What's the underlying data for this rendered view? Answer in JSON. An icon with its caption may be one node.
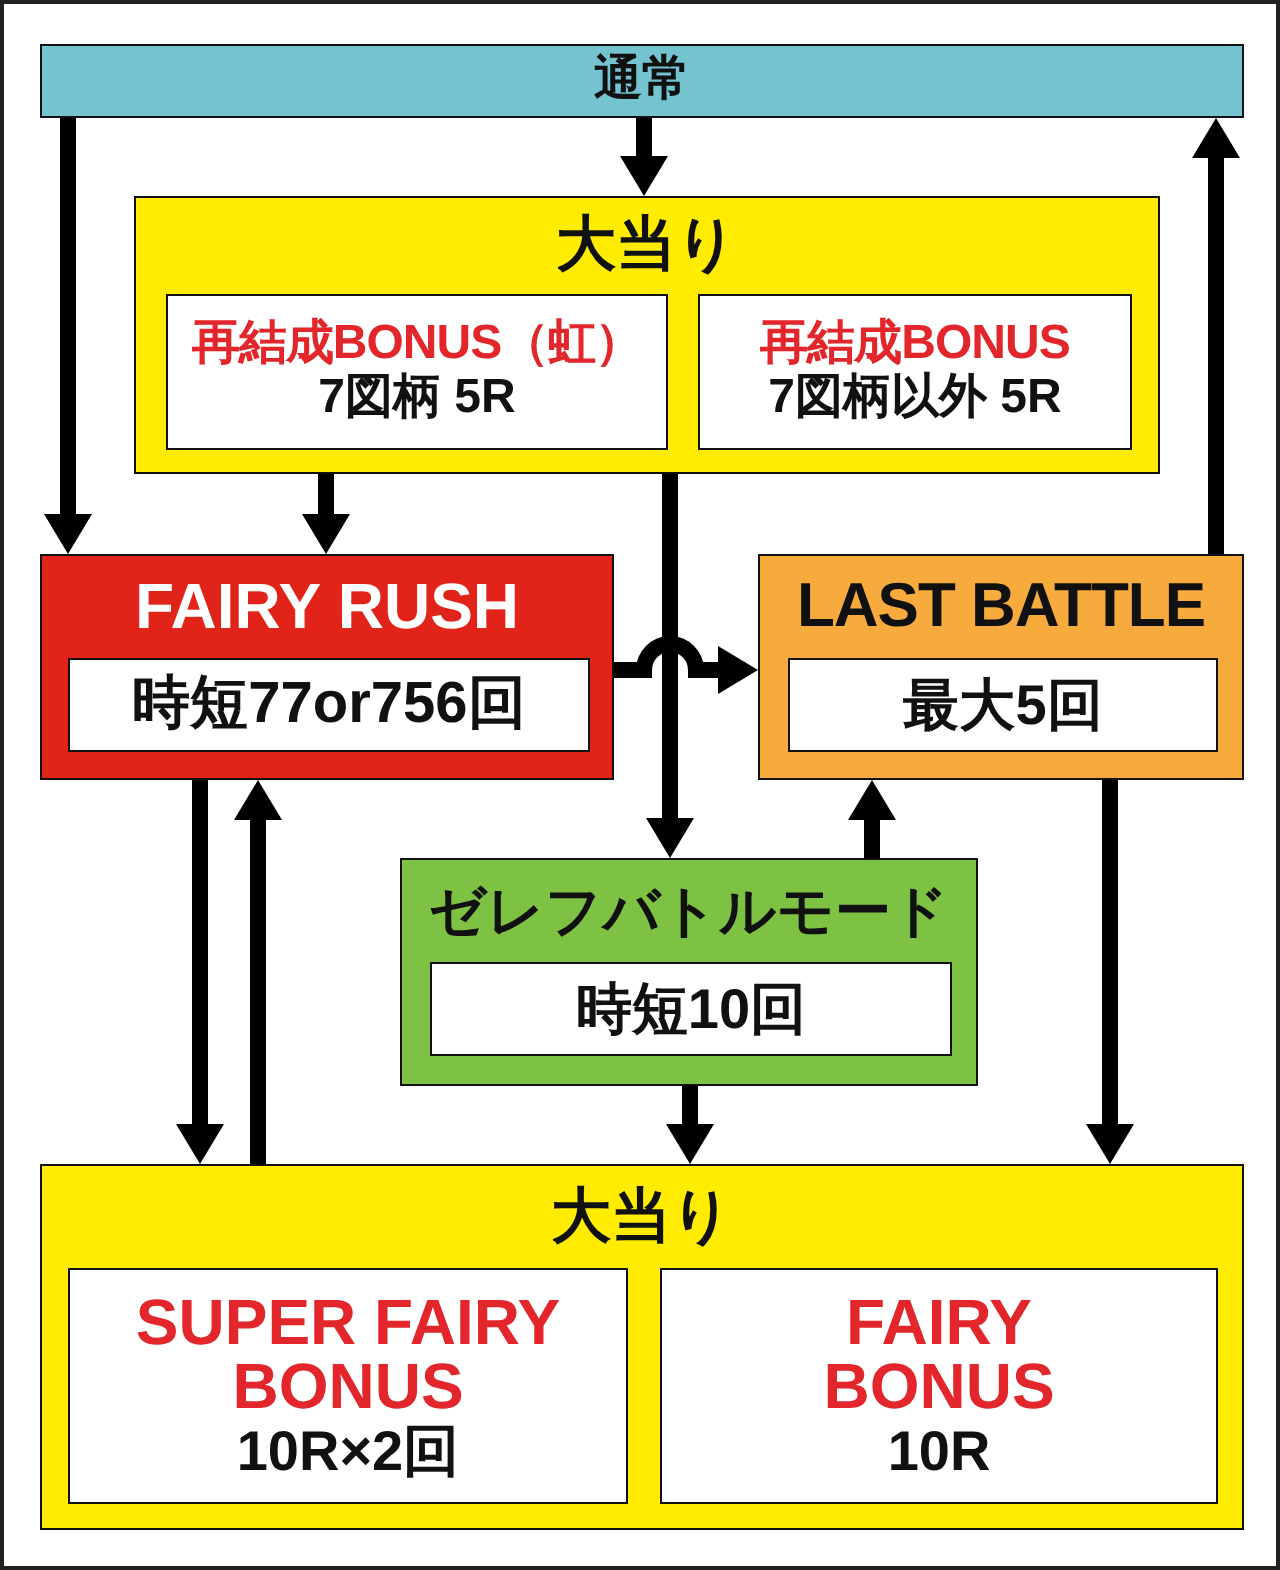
{
  "diagram": {
    "nodes": [
      {
        "text": [
          "通常"
        ]
      },
      {
        "text": [
          "大当り"
        ]
      },
      {
        "text": [
          "再結成BONUS（虹）",
          "7図柄 5R"
        ],
        "in": 1
      },
      {
        "text": [
          "再結成BONUS",
          "7図柄以外 5R"
        ],
        "in": 1
      },
      {
        "text": [
          "FAIRY RUSH"
        ]
      },
      {
        "text": [
          "時短77or756回"
        ],
        "in": 4
      },
      {
        "text": [
          "LAST BATTLE"
        ]
      },
      {
        "text": [
          "最大5回"
        ],
        "in": 6
      },
      {
        "text": [
          "ゼレフバトルモード"
        ]
      },
      {
        "text": [
          "時短10回"
        ],
        "in": 8
      },
      {
        "text": [
          "大当り"
        ]
      },
      {
        "text": [
          "SUPER FAIRY BONUS",
          "10R×2回"
        ],
        "in": 10
      },
      {
        "text": [
          "FAIRY BONUS",
          "10R"
        ],
        "in": 10
      }
    ],
    "edges": [
      {
        "from": 0,
        "to": 4,
        "arrow": "to"
      },
      {
        "from": 0,
        "to": 1,
        "arrow": "to"
      },
      {
        "from": 1,
        "to": 4,
        "arrow": "to"
      },
      {
        "from": 1,
        "to": 8,
        "arrow": "to"
      },
      {
        "from": 4,
        "to": 6,
        "arrow": "to"
      },
      {
        "from": 6,
        "to": 0,
        "arrow": "to"
      },
      {
        "from": 4,
        "to": 10,
        "arrow": "to"
      },
      {
        "from": 10,
        "to": 4,
        "arrow": "to"
      },
      {
        "from": 8,
        "to": 6,
        "arrow": "to"
      },
      {
        "from": 8,
        "to": 10,
        "arrow": "to"
      },
      {
        "from": 6,
        "to": 10,
        "arrow": "to"
      }
    ]
  }
}
